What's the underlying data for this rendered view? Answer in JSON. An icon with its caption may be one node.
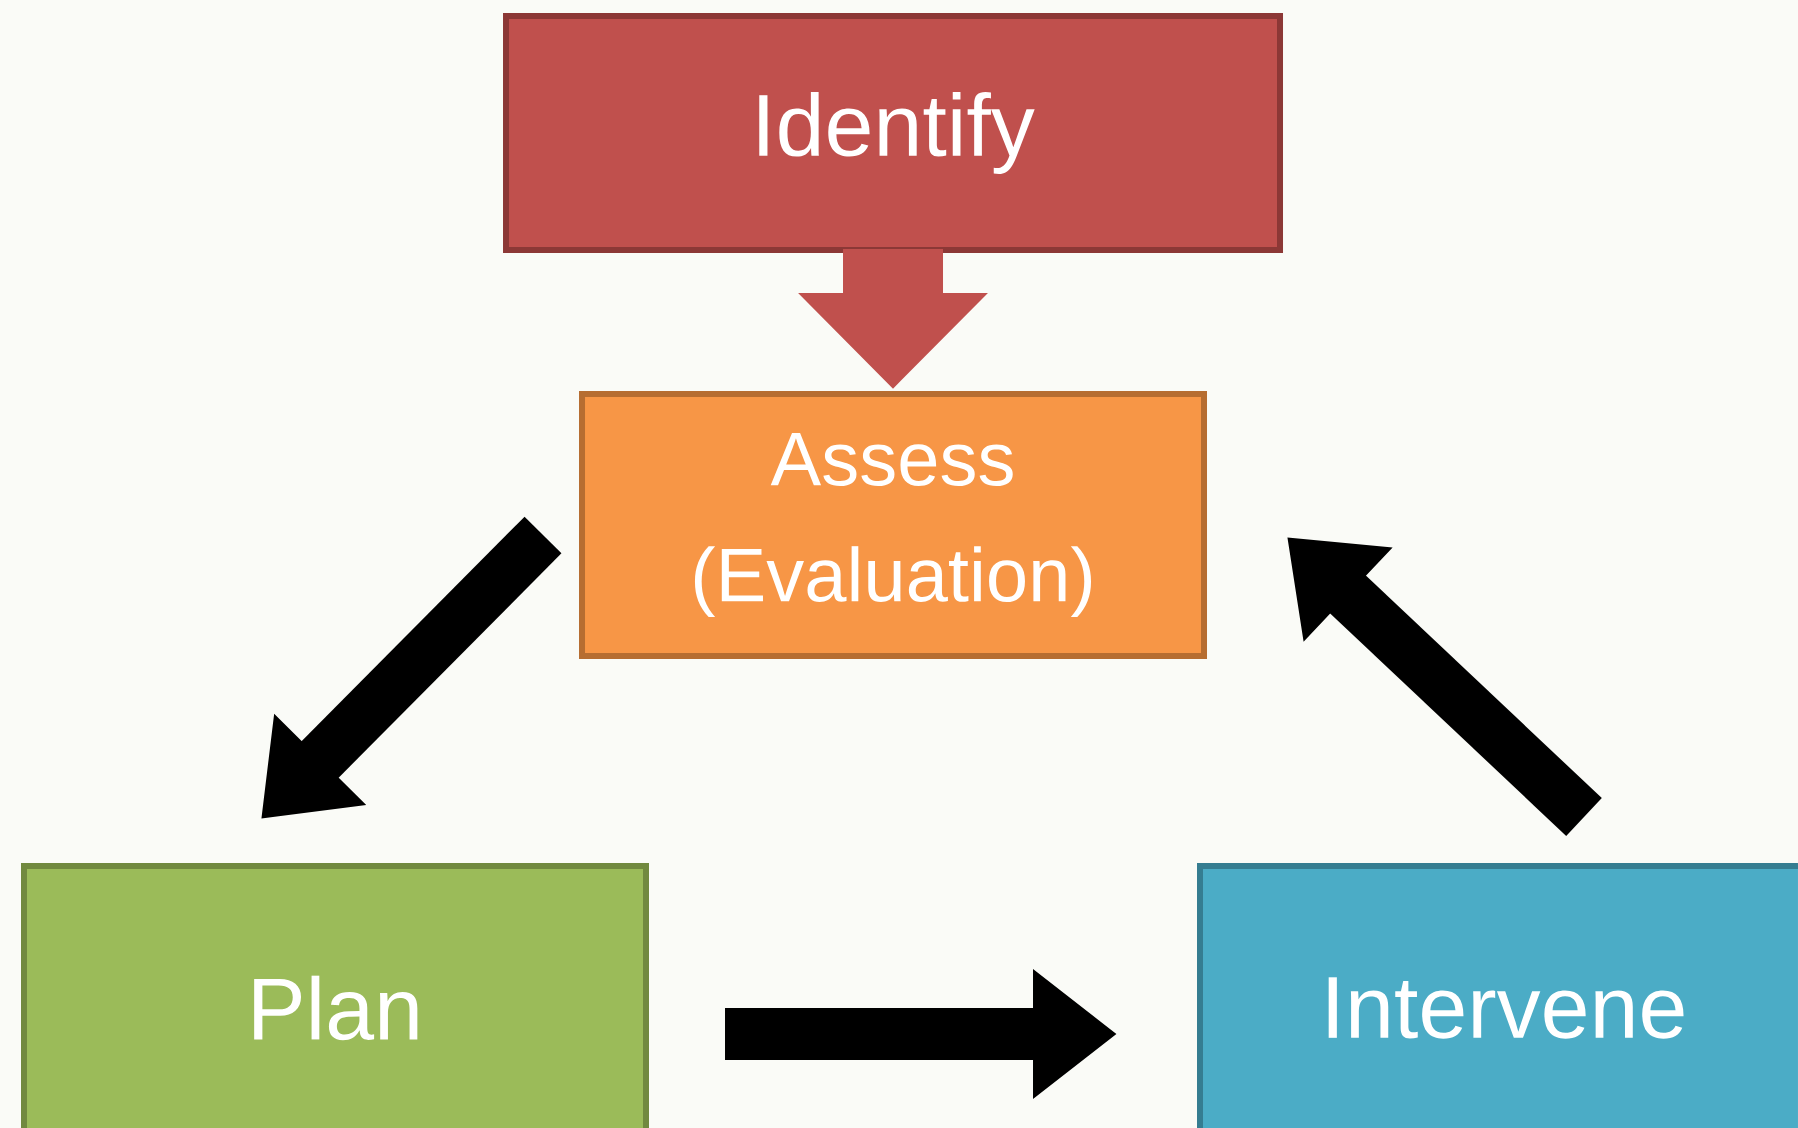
{
  "diagram": {
    "nodes": [
      {
        "text": [
          "Identify"
        ]
      },
      {
        "text": [
          "Assess (Evaluation)"
        ]
      },
      {
        "text": [
          "Plan"
        ]
      },
      {
        "text": [
          "Intervene"
        ]
      }
    ],
    "edges": [
      {
        "from": 0,
        "to": 1,
        "arrow": "to",
        "style": "thick",
        "color": "#c0504d"
      },
      {
        "from": 1,
        "to": 2,
        "arrow": "to"
      },
      {
        "from": 2,
        "to": 3,
        "arrow": "to"
      },
      {
        "from": 3,
        "to": 1,
        "arrow": "to"
      }
    ]
  }
}
